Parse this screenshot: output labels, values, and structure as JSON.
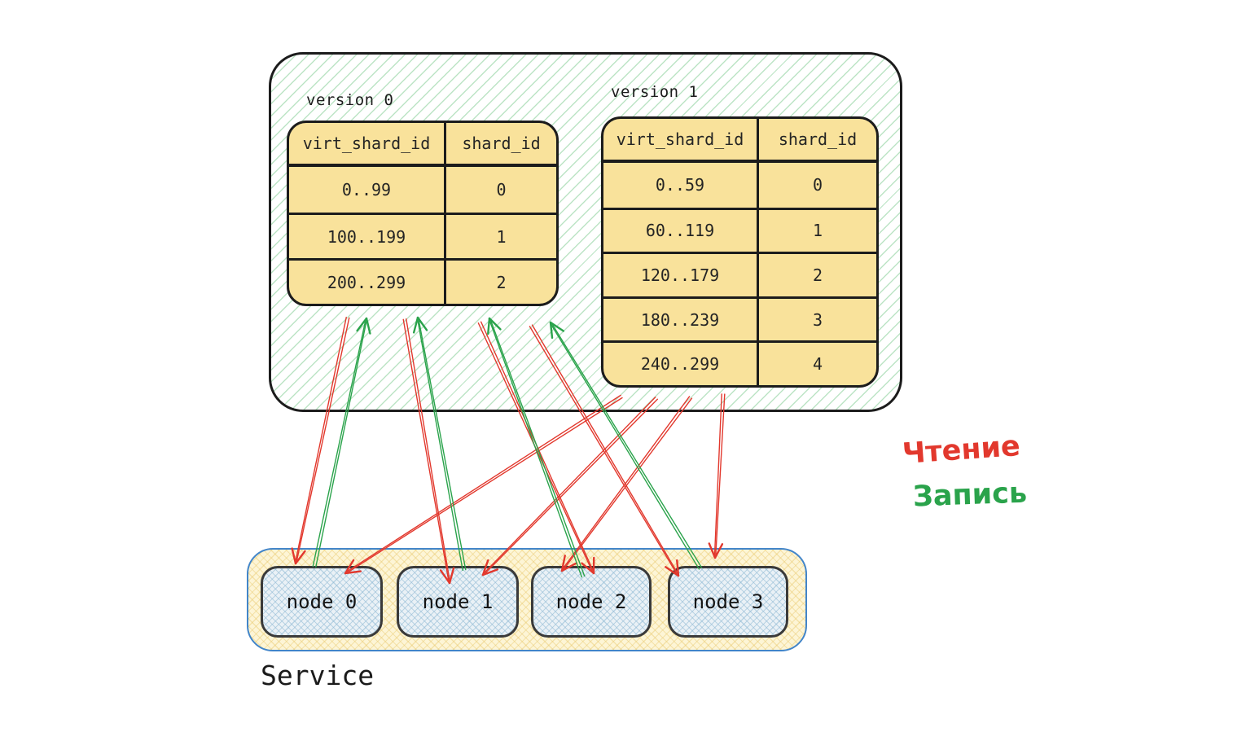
{
  "diagram": {
    "mapping": {
      "versions": [
        {
          "label": "version 0",
          "headers": [
            "virt_shard_id",
            "shard_id"
          ],
          "rows": [
            {
              "virt": "0..99",
              "shard": "0"
            },
            {
              "virt": "100..199",
              "shard": "1"
            },
            {
              "virt": "200..299",
              "shard": "2"
            }
          ]
        },
        {
          "label": "version 1",
          "headers": [
            "virt_shard_id",
            "shard_id"
          ],
          "rows": [
            {
              "virt": "0..59",
              "shard": "0"
            },
            {
              "virt": "60..119",
              "shard": "1"
            },
            {
              "virt": "120..179",
              "shard": "2"
            },
            {
              "virt": "180..239",
              "shard": "3"
            },
            {
              "virt": "240..299",
              "shard": "4"
            }
          ]
        }
      ]
    },
    "service": {
      "label": "Service",
      "nodes": [
        {
          "label": "node 0"
        },
        {
          "label": "node 1"
        },
        {
          "label": "node 2"
        },
        {
          "label": "node 3"
        }
      ]
    },
    "legend": {
      "read": {
        "label": "Чтение",
        "color": "#e2382d"
      },
      "write": {
        "label": "Запись",
        "color": "#2aa34b"
      }
    },
    "colors": {
      "table_fill": "#f9e29b",
      "container_border": "#1c1c1c",
      "hatch_green": "#86ce96",
      "service_border": "#4285c9",
      "node_fill": "#eaf1f6"
    },
    "arrows": {
      "read": [
        {
          "from": [
            427,
            390
          ],
          "to": [
            363,
            692
          ]
        },
        {
          "from": [
            497,
            392
          ],
          "to": [
            552,
            716
          ]
        },
        {
          "from": [
            589,
            396
          ],
          "to": [
            729,
            704
          ]
        },
        {
          "from": [
            652,
            400
          ],
          "to": [
            833,
            707
          ]
        },
        {
          "from": [
            763,
            487
          ],
          "to": [
            424,
            704
          ]
        },
        {
          "from": [
            806,
            489
          ],
          "to": [
            593,
            706
          ]
        },
        {
          "from": [
            848,
            488
          ],
          "to": [
            690,
            701
          ]
        },
        {
          "from": [
            888,
            484
          ],
          "to": [
            878,
            685
          ]
        }
      ],
      "write": [
        {
          "from": [
            386,
            696
          ],
          "to": [
            450,
            391
          ]
        },
        {
          "from": [
            570,
            700
          ],
          "to": [
            513,
            390
          ]
        },
        {
          "from": [
            716,
            708
          ],
          "to": [
            601,
            391
          ]
        },
        {
          "from": [
            860,
            698
          ],
          "to": [
            676,
            396
          ]
        }
      ]
    }
  }
}
